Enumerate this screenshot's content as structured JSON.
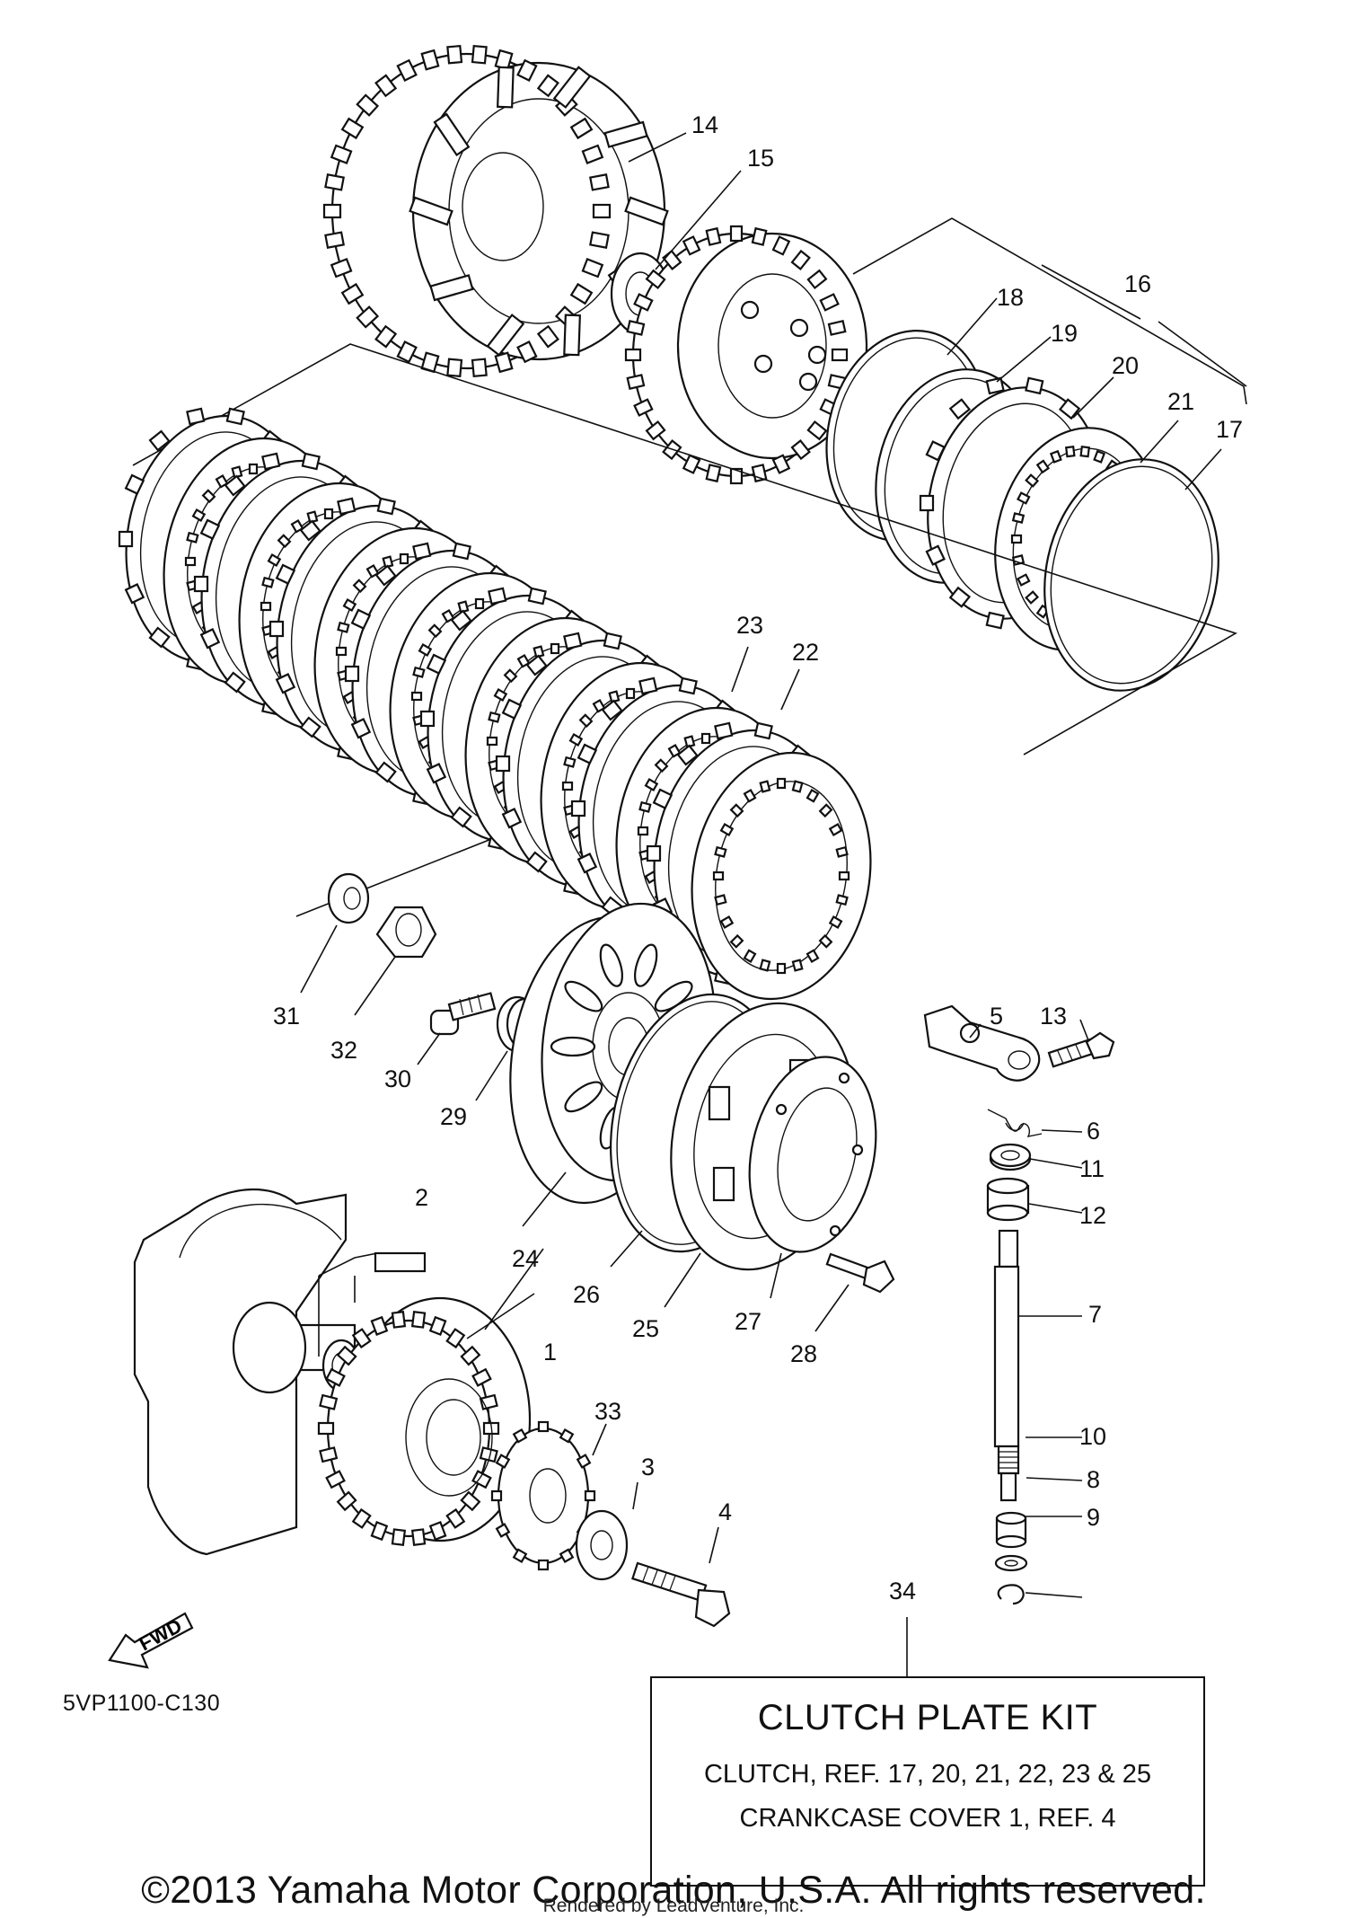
{
  "diagram_code": "5VP1100-C130",
  "kit_ref_number": "34",
  "kit_box": {
    "title": "CLUTCH PLATE KIT",
    "line1": "CLUTCH, REF. 17, 20, 21, 22, 23 & 25",
    "line2": "CRANKCASE COVER 1, REF. 4"
  },
  "fwd_label": "FWD",
  "copyright": "©2013 Yamaha Motor Corporation, U.S.A. All rights reserved.",
  "watermark": "Rendered by LeadVenture, Inc.",
  "callouts": {
    "c1": "1",
    "c2": "2",
    "c3": "3",
    "c4": "4",
    "c5": "5",
    "c6": "6",
    "c7": "7",
    "c8": "8",
    "c9": "9",
    "c10": "10",
    "c11": "11",
    "c12": "12",
    "c13": "13",
    "c14": "14",
    "c15": "15",
    "c16": "16",
    "c17": "17",
    "c18": "18",
    "c19": "19",
    "c20": "20",
    "c21": "21",
    "c22": "22",
    "c23": "23",
    "c24": "24",
    "c25": "25",
    "c26": "26",
    "c27": "27",
    "c28": "28",
    "c29": "29",
    "c30": "30",
    "c31": "31",
    "c32": "32",
    "c33": "33"
  }
}
